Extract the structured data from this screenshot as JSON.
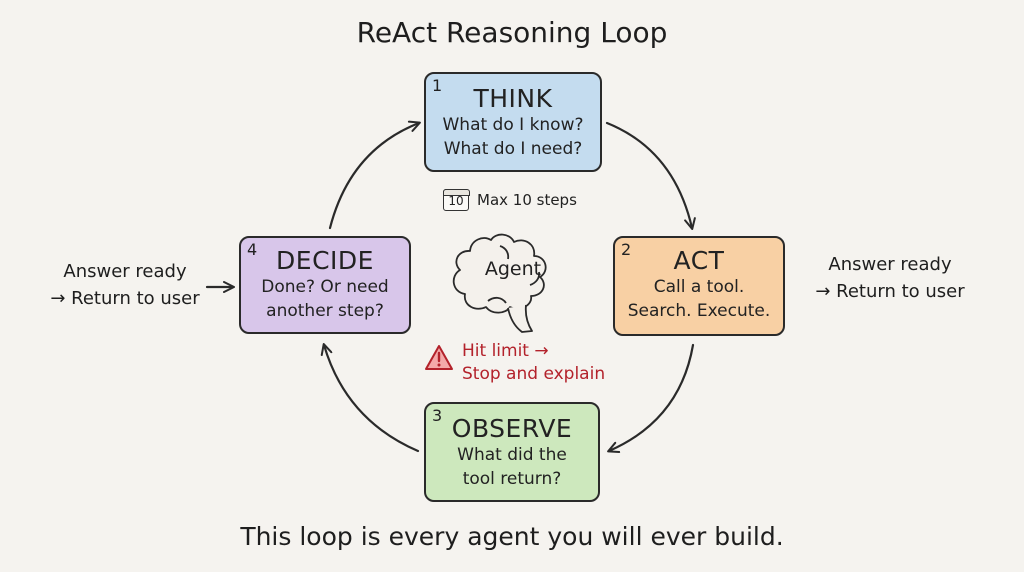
{
  "title": "ReAct Reasoning Loop",
  "footer": "This loop is every agent you will ever build.",
  "steps": [
    {
      "num": "1",
      "name": "THINK",
      "line1": "What do I know?",
      "line2": "What do I need?",
      "color": "#c4dcef"
    },
    {
      "num": "2",
      "name": "ACT",
      "line1": "Call a tool.",
      "line2": "Search. Execute.",
      "color": "#f8d0a4"
    },
    {
      "num": "3",
      "name": "OBSERVE",
      "line1": "What did the",
      "line2": "tool return?",
      "color": "#cde8bd"
    },
    {
      "num": "4",
      "name": "DECIDE",
      "line1": "Done? Or need",
      "line2": "another step?",
      "color": "#d8c6ea"
    }
  ],
  "center": {
    "agent_label": "Agent",
    "max_steps_icon": "10",
    "max_steps": "Max 10 steps",
    "warning_line1": "Hit limit →",
    "warning_line2": "Stop and explain",
    "warning_color": "#b3222b"
  },
  "exits": {
    "left_line1": "Answer ready",
    "left_line2": "→ Return to user",
    "right_line1": "Answer ready",
    "right_line2": "→ Return to user"
  },
  "icons": [
    "calendar-icon",
    "brain-icon",
    "warning-icon"
  ]
}
